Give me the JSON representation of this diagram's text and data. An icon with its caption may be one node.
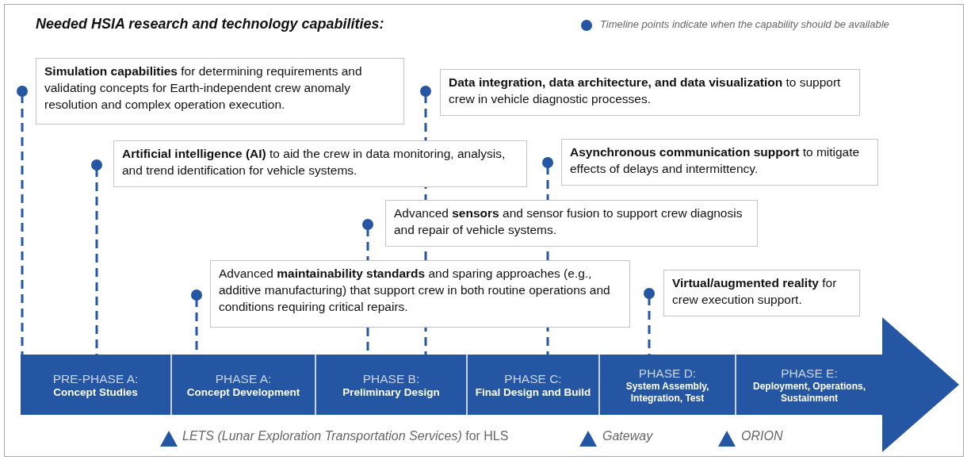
{
  "diagram": {
    "title": "Needed HSIA research and technology capabilities:",
    "nodes": [
      {
        "text": [
          "**Simulation capabilities** for determining requirements and validating concepts for Earth-independent crew anomaly resolution and complex operation execution."
        ]
      },
      {
        "text": [
          "**Data integration, data architecture, and data visualization** to support crew in vehicle diagnostic processes."
        ]
      },
      {
        "text": [
          "**Artificial intelligence (AI)** to aid the crew in data monitoring, analysis, and trend identification for vehicle systems."
        ]
      },
      {
        "text": [
          "**Asynchronous communication support** to mitigate effects of delays and intermittency."
        ]
      },
      {
        "text": [
          "Advanced **sensors** and sensor fusion to support crew diagnosis and repair of vehicle systems."
        ]
      },
      {
        "text": [
          "Advanced **maintainability standards** and sparing approaches (e.g., additive manufacturing) that support crew in both routine operations and conditions requiring critical repairs."
        ]
      },
      {
        "text": [
          "**Virtual/augmented reality** for crew execution support."
        ]
      },
      {
        "text": [
          "PRE-PHASE A:",
          "Concept Studies"
        ]
      },
      {
        "text": [
          "PHASE A:",
          "Concept Development"
        ]
      },
      {
        "text": [
          "PHASE B:",
          "Preliminary Design"
        ]
      },
      {
        "text": [
          "PHASE C:",
          "Final Design and Build"
        ]
      },
      {
        "text": [
          "PHASE D:",
          "System Assembly, Integration, Test"
        ]
      },
      {
        "text": [
          "PHASE E:",
          "Deployment, Operations, Sustainment"
        ]
      }
    ],
    "labels": [
      "*LETS (Lunar Exploration Transportation Services)* for HLS",
      "Gateway",
      "ORION"
    ],
    "legend": [
      {
        "text": "Timeline points indicate when the capability should be available"
      }
    ]
  }
}
